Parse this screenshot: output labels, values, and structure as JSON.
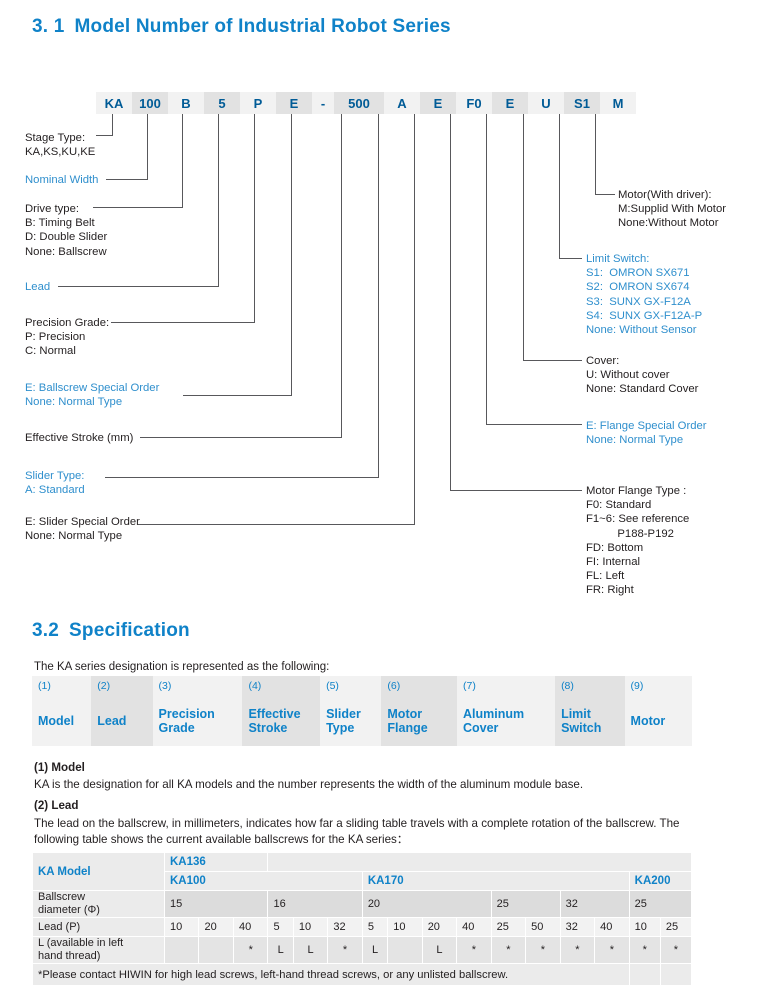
{
  "sections": {
    "s31": {
      "number": "3. 1",
      "title": "Model Number of Industrial Robot Series"
    },
    "s32": {
      "number": "3.2",
      "title": "Specification"
    }
  },
  "model_code": {
    "cells": [
      {
        "text": "KA",
        "shaded": false
      },
      {
        "text": "100",
        "shaded": true
      },
      {
        "text": "B",
        "shaded": false
      },
      {
        "text": "5",
        "shaded": true
      },
      {
        "text": "P",
        "shaded": false
      },
      {
        "text": "E",
        "shaded": true
      },
      {
        "text": "-",
        "shaded": false
      },
      {
        "text": "500",
        "shaded": true
      },
      {
        "text": "A",
        "shaded": false
      },
      {
        "text": "E",
        "shaded": true
      },
      {
        "text": "F0",
        "shaded": false
      },
      {
        "text": "E",
        "shaded": true
      },
      {
        "text": "U",
        "shaded": false
      },
      {
        "text": "S1",
        "shaded": true
      },
      {
        "text": "M",
        "shaded": false
      }
    ]
  },
  "callouts_left": {
    "stage_type": "Stage Type:\nKA,KS,KU,KE",
    "nominal_width": "Nominal Width",
    "drive_type": "Drive type:\nB: Timing Belt\nD: Double Slider\nNone: Ballscrew",
    "lead": "Lead",
    "precision_grade": "Precision Grade:\nP: Precision\nC: Normal",
    "ballscrew_special": "E: Ballscrew Special Order\nNone: Normal Type",
    "effective_stroke": "Effective Stroke (mm)",
    "slider_type": "Slider Type:\nA: Standard",
    "slider_special": "E: Slider Special Order\nNone: Normal Type"
  },
  "callouts_right": {
    "motor": "Motor(With driver):\nM:Supplid With Motor\nNone:Without Motor",
    "limit_switch": "Limit Switch:\nS1:  OMRON SX671\nS2:  OMRON SX674\nS3:  SUNX GX-F12A\nS4:  SUNX GX-F12A-P\nNone: Without Sensor",
    "cover": "Cover:\nU: Without cover\nNone: Standard Cover",
    "flange_special": "E: Flange Special Order\nNone: Normal Type",
    "motor_flange": "Motor Flange Type :\nF0: Standard\nF1~6: See reference\n          P188-P192\nFD: Bottom\nFI: Internal\nFL: Left\nFR: Right"
  },
  "designation": {
    "intro": "The KA series designation is represented as the following:",
    "numbers": [
      "(1)",
      "(2)",
      "(3)",
      "(4)",
      "(5)",
      "(6)",
      "(7)",
      "(8)",
      "(9)"
    ],
    "labels": [
      "Model",
      "Lead",
      "Precision\nGrade",
      "Effective\nStroke",
      "Slider\nType",
      "Motor\nFlange",
      "Aluminum\nCover",
      "Limit\nSwitch",
      "Motor"
    ]
  },
  "paragraphs": {
    "p1_head": "(1) Model",
    "p1_body": "KA is the designation for all KA models and the number represents the width of the aluminum module base.",
    "p2_head": "(2) Lead",
    "p2_body": "The lead on the ballscrew, in millimeters, indicates how far a sliding table travels with a complete rotation of the ballscrew. The following table shows the current available ballscrews for the KA series："
  },
  "lead_table": {
    "row_headers": {
      "model": "KA Model",
      "diameter": "Ballscrew\ndiameter (Φ)",
      "lead": "Lead (P)",
      "left_hand": "L (available in left\nhand thread)"
    },
    "groups_top": [
      {
        "label": "KA136",
        "span": 3
      },
      {
        "label": "",
        "span": 13
      }
    ],
    "groups_bottom": [
      {
        "label": "KA100",
        "span": 6
      },
      {
        "label": "KA170",
        "span": 8
      },
      {
        "label": "KA200",
        "span": 2
      }
    ],
    "diameters": [
      {
        "value": "15",
        "span": 3
      },
      {
        "value": "16",
        "span": 3
      },
      {
        "value": "20",
        "span": 4
      },
      {
        "value": "25",
        "span": 2
      },
      {
        "value": "32",
        "span": 2
      },
      {
        "value": "25",
        "span": 2
      }
    ],
    "leads": [
      "10",
      "20",
      "40",
      "5",
      "10",
      "32",
      "5",
      "10",
      "20",
      "40",
      "25",
      "50",
      "32",
      "40",
      "10",
      "25"
    ],
    "left_hand": [
      "",
      "",
      "*",
      "L",
      "L",
      "*",
      "L",
      "",
      "L",
      "*",
      "*",
      "*",
      "*",
      "*",
      "*",
      "*"
    ],
    "footnote": "*Please contact HIWIN for high lead screws, left-hand thread screws, or any unlisted ballscrew."
  },
  "colors": {
    "heading_blue": "#0f82c8",
    "callout_blue": "#2f8fcd",
    "code_blue": "#005b96",
    "text_dark": "#231f20"
  }
}
